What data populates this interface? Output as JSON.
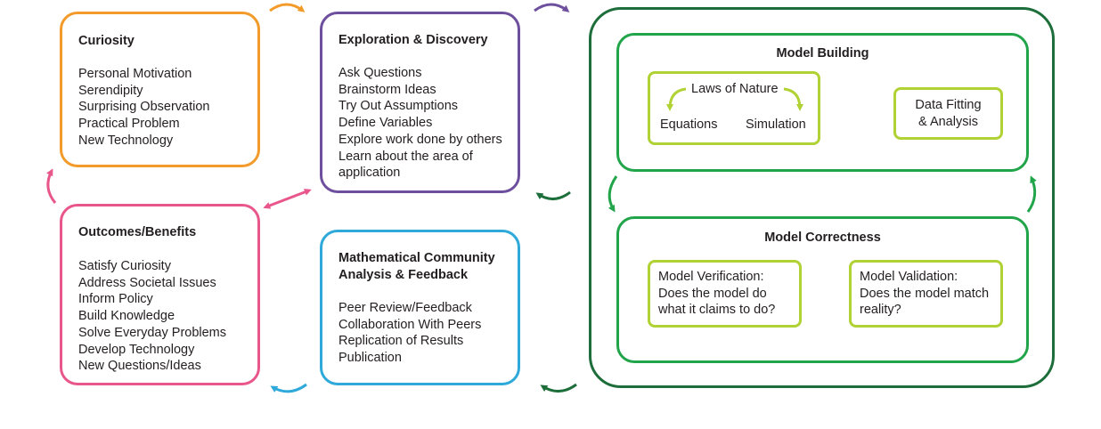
{
  "curiosity": {
    "title": "Curiosity",
    "items": [
      "Personal Motivation",
      "Serendipity",
      "Surprising Observation",
      "Practical Problem",
      "New Technology"
    ]
  },
  "exploration": {
    "title": "Exploration & Discovery",
    "items": [
      "Ask Questions",
      "Brainstorm Ideas",
      "Try Out Assumptions",
      "Define Variables",
      "Explore work done by others",
      "Learn about the area of",
      "application"
    ]
  },
  "outcomes": {
    "title": "Outcomes/Benefits",
    "items": [
      "Satisfy Curiosity",
      "Address Societal Issues",
      "Inform Policy",
      "Build Knowledge",
      "Solve Everyday Problems",
      "Develop Technology",
      "New Questions/Ideas"
    ]
  },
  "community": {
    "title_line1": "Mathematical Community",
    "title_line2": "Analysis & Feedback",
    "items": [
      "Peer Review/Feedback",
      "Collaboration With Peers",
      "Replication of Results",
      "Publication"
    ]
  },
  "model_building": {
    "title": "Model Building",
    "laws": "Laws of Nature",
    "equations": "Equations",
    "simulation": "Simulation",
    "data_fitting_line1": "Data Fitting",
    "data_fitting_line2": "& Analysis"
  },
  "model_correctness": {
    "title": "Model Correctness",
    "verification": [
      "Model Verification:",
      "Does the model do",
      "what it claims to do?"
    ],
    "validation": [
      "Model Validation:",
      "Does the model match",
      "reality?"
    ]
  },
  "colors": {
    "orange": "#f39b2a",
    "purple": "#6d4f9e",
    "pink": "#e8568c",
    "blue": "#2ea9d9",
    "dark_green": "#1d6e3a",
    "green": "#22a54a",
    "light_green": "#b1d235"
  }
}
